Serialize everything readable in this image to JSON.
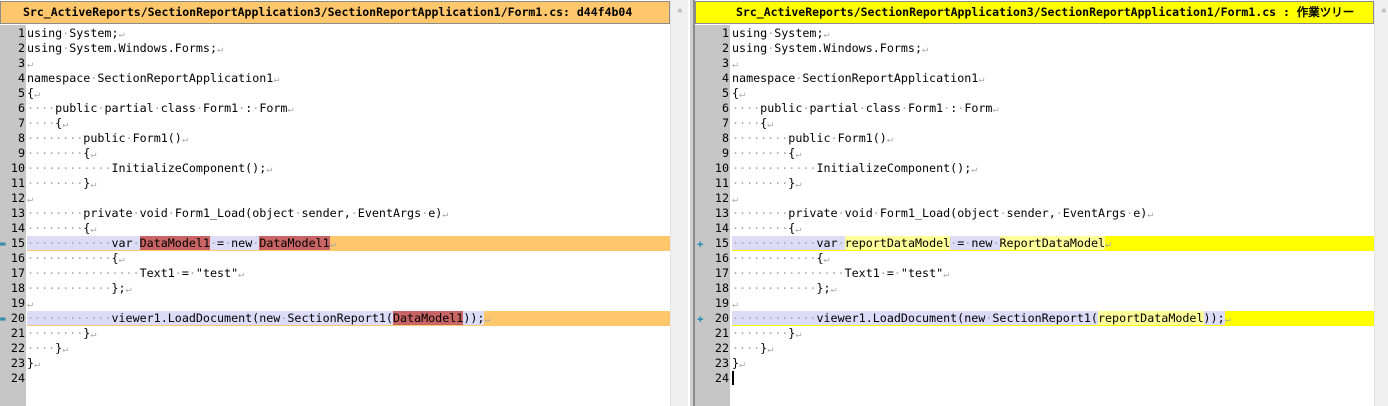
{
  "left_pane": {
    "title": "Src_ActiveReports/SectionReportApplication3/SectionReportApplication1/Form1.cs: d44f4b04",
    "header_color": "#ffc76b",
    "changed_word_color": "#c86464",
    "lines": [
      {
        "n": "1",
        "text": "using System;"
      },
      {
        "n": "2",
        "text": "using System.Windows.Forms;"
      },
      {
        "n": "3",
        "text": ""
      },
      {
        "n": "4",
        "text": "namespace SectionReportApplication1"
      },
      {
        "n": "5",
        "text": "{"
      },
      {
        "n": "6",
        "text": "    public partial class Form1 : Form"
      },
      {
        "n": "7",
        "text": "    {"
      },
      {
        "n": "8",
        "text": "        public Form1()"
      },
      {
        "n": "9",
        "text": "        {"
      },
      {
        "n": "10",
        "text": "            InitializeComponent();"
      },
      {
        "n": "11",
        "text": "        }"
      },
      {
        "n": "12",
        "text": ""
      },
      {
        "n": "13",
        "text": "        private void Form1_Load(object sender, EventArgs e)"
      },
      {
        "n": "14",
        "text": "        {"
      },
      {
        "n": "15",
        "text": "            var DataModel1 = new DataModel1",
        "changed": true,
        "marker": "-",
        "words": [
          "DataModel1",
          "DataModel1"
        ]
      },
      {
        "n": "16",
        "text": "            {"
      },
      {
        "n": "17",
        "text": "                Text1 = \"test\""
      },
      {
        "n": "18",
        "text": "            };"
      },
      {
        "n": "19",
        "text": ""
      },
      {
        "n": "20",
        "text": "            viewer1.LoadDocument(new SectionReport1(DataModel1));",
        "changed": true,
        "marker": "-",
        "words": [
          "DataModel1"
        ]
      },
      {
        "n": "21",
        "text": "        }"
      },
      {
        "n": "22",
        "text": "    }"
      },
      {
        "n": "23",
        "text": "}"
      },
      {
        "n": "24",
        "text": "",
        "no_eol": true
      }
    ]
  },
  "right_pane": {
    "title": "Src_ActiveReports/SectionReportApplication3/SectionReportApplication1/Form1.cs : 作業ツリー",
    "header_color": "#ffff00",
    "changed_word_color": "#ffff9a",
    "lines": [
      {
        "n": "1",
        "text": "using System;"
      },
      {
        "n": "2",
        "text": "using System.Windows.Forms;"
      },
      {
        "n": "3",
        "text": ""
      },
      {
        "n": "4",
        "text": "namespace SectionReportApplication1"
      },
      {
        "n": "5",
        "text": "{"
      },
      {
        "n": "6",
        "text": "    public partial class Form1 : Form"
      },
      {
        "n": "7",
        "text": "    {"
      },
      {
        "n": "8",
        "text": "        public Form1()"
      },
      {
        "n": "9",
        "text": "        {"
      },
      {
        "n": "10",
        "text": "            InitializeComponent();"
      },
      {
        "n": "11",
        "text": "        }"
      },
      {
        "n": "12",
        "text": ""
      },
      {
        "n": "13",
        "text": "        private void Form1_Load(object sender, EventArgs e)"
      },
      {
        "n": "14",
        "text": "        {"
      },
      {
        "n": "15",
        "text": "            var reportDataModel = new ReportDataModel",
        "changed": true,
        "marker": "+",
        "words": [
          "reportDataModel",
          "ReportDataModel"
        ]
      },
      {
        "n": "16",
        "text": "            {"
      },
      {
        "n": "17",
        "text": "                Text1 = \"test\""
      },
      {
        "n": "18",
        "text": "            };"
      },
      {
        "n": "19",
        "text": ""
      },
      {
        "n": "20",
        "text": "            viewer1.LoadDocument(new SectionReport1(reportDataModel));",
        "changed": true,
        "marker": "+",
        "words": [
          "reportDataModel"
        ]
      },
      {
        "n": "21",
        "text": "        }"
      },
      {
        "n": "22",
        "text": "    }"
      },
      {
        "n": "23",
        "text": "}"
      },
      {
        "n": "24",
        "text": "",
        "no_eol": true,
        "cursor": true
      }
    ]
  },
  "icons": {
    "scroll_up": "▲",
    "marker_removed": "▬",
    "marker_added": "✚",
    "eol": "↵",
    "space_dot": "·"
  }
}
